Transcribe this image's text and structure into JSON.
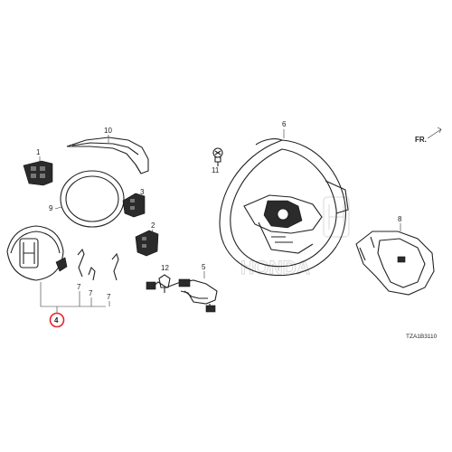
{
  "diagram": {
    "diagram_code": "TZA1B3110",
    "direction_label": "FR.",
    "highlight_color": "#e8222a",
    "watermark_text": "HONDA",
    "callouts": {
      "c1": "1",
      "c2": "2",
      "c3": "3",
      "c4": "4",
      "c5": "5",
      "c6": "6",
      "c7a": "7",
      "c7b": "7",
      "c7c": "7",
      "c8": "8",
      "c9": "9",
      "c10": "10",
      "c11": "11",
      "c12": "12"
    },
    "parts": {
      "p1": "left-switch-icon",
      "p2": "right-switch-lower-icon",
      "p3": "right-switch-upper-icon",
      "p4": "driver-airbag-icon",
      "p5": "wire-harness-icon",
      "p6": "steering-wheel-icon",
      "p7": "spring-clip-icon",
      "p8": "lower-cover-icon",
      "p9": "trim-ring-icon",
      "p10": "upper-garnish-icon",
      "p11": "bolt-icon",
      "p12": "clip-icon"
    }
  }
}
